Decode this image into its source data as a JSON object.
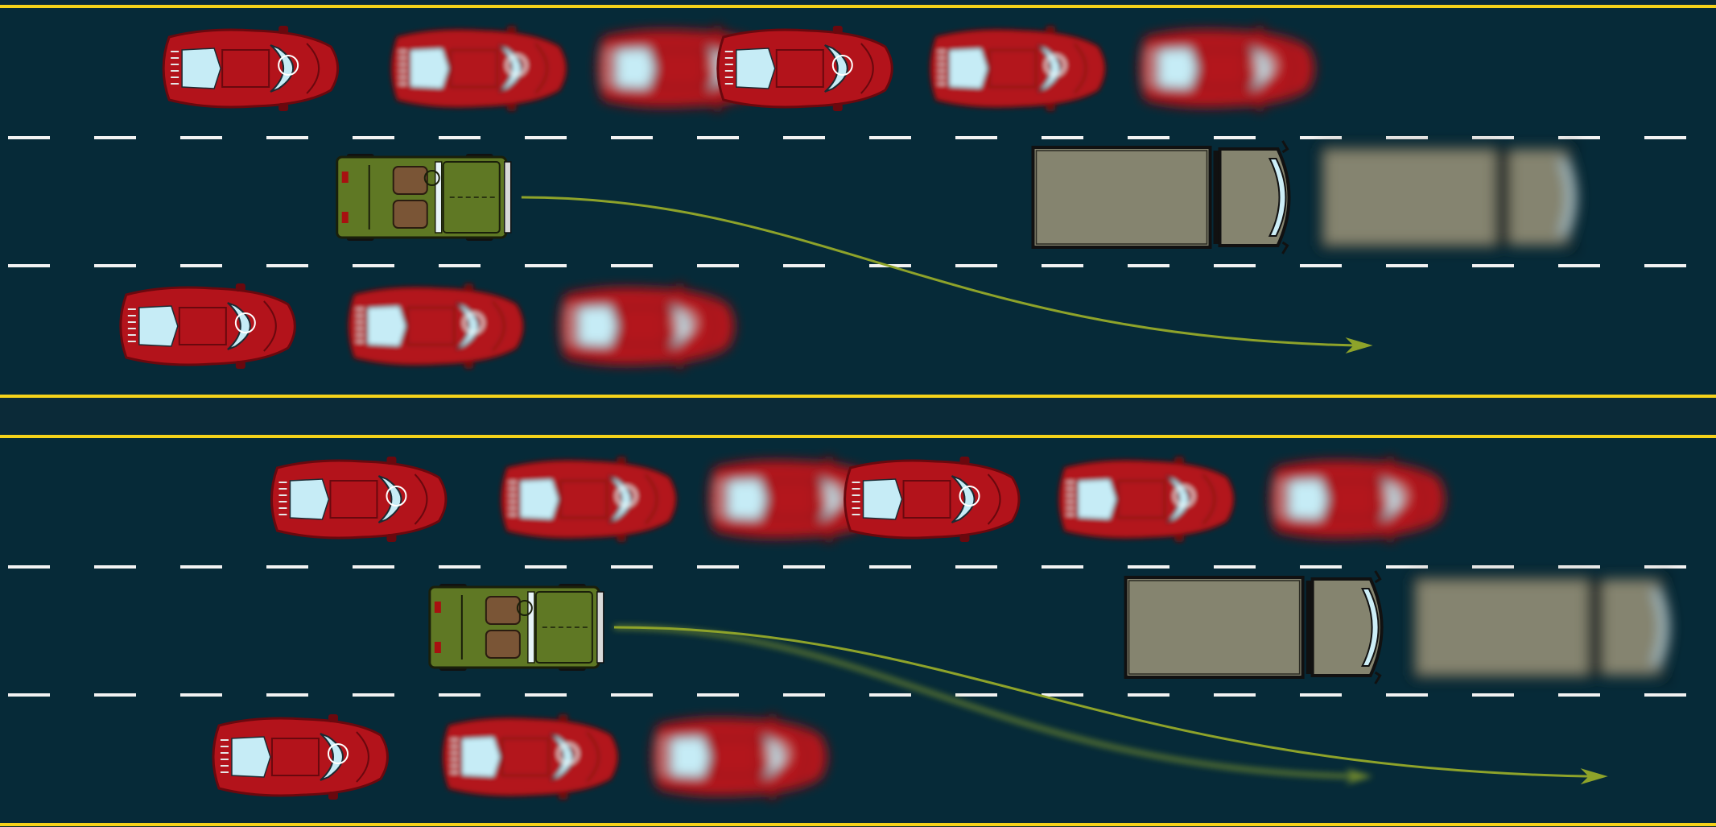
{
  "colors": {
    "road": "#062a38",
    "median": "#0b2a38",
    "edge_line": "#f5d21a",
    "lane_dash": "#f2f2f2",
    "car_body": "#b3131b",
    "car_dark": "#6a080e",
    "car_glass": "#c6ecf6",
    "jeep_body": "#5f7824",
    "jeep_seat": "#7a5536",
    "truck_box": "#85846f",
    "truck_glass": "#cdeef7",
    "arrow": "#8ea32a"
  },
  "scenario": {
    "panels": [
      {
        "id": "top",
        "vehicles": [
          {
            "kind": "car",
            "lane": 0,
            "x": 0.145,
            "blur": 0
          },
          {
            "kind": "car",
            "lane": 0,
            "x": 0.278,
            "blur": 3
          },
          {
            "kind": "car",
            "lane": 0,
            "x": 0.398,
            "blur": 7
          },
          {
            "kind": "car",
            "lane": 0,
            "x": 0.468,
            "blur": 0
          },
          {
            "kind": "car",
            "lane": 0,
            "x": 0.592,
            "blur": 3
          },
          {
            "kind": "car",
            "lane": 0,
            "x": 0.714,
            "blur": 7
          },
          {
            "kind": "jeep",
            "lane": 1,
            "x": 0.248,
            "blur": 0
          },
          {
            "kind": "truck",
            "lane": 1,
            "x": 0.678,
            "blur": 0
          },
          {
            "kind": "truck-ghost",
            "lane": 1,
            "x": 0.846,
            "blur": 8
          },
          {
            "kind": "car",
            "lane": 2,
            "x": 0.12,
            "blur": 0
          },
          {
            "kind": "car",
            "lane": 2,
            "x": 0.253,
            "blur": 3
          },
          {
            "kind": "car",
            "lane": 2,
            "x": 0.376,
            "blur": 7
          }
        ],
        "trajectories": [
          {
            "from": [
              0.302,
              1
            ],
            "to": [
              0.8,
              2.15
            ],
            "ghost": false
          }
        ]
      },
      {
        "id": "bottom",
        "vehicles": [
          {
            "kind": "car",
            "lane": 0,
            "x": 0.208,
            "blur": 0
          },
          {
            "kind": "car",
            "lane": 0,
            "x": 0.342,
            "blur": 3
          },
          {
            "kind": "car",
            "lane": 0,
            "x": 0.463,
            "blur": 7
          },
          {
            "kind": "car",
            "lane": 0,
            "x": 0.542,
            "blur": 0
          },
          {
            "kind": "car",
            "lane": 0,
            "x": 0.667,
            "blur": 3
          },
          {
            "kind": "car",
            "lane": 0,
            "x": 0.79,
            "blur": 7
          },
          {
            "kind": "jeep",
            "lane": 1,
            "x": 0.302,
            "blur": 0
          },
          {
            "kind": "truck",
            "lane": 1,
            "x": 0.732,
            "blur": 0
          },
          {
            "kind": "truck-ghost",
            "lane": 1,
            "x": 0.9,
            "blur": 8
          },
          {
            "kind": "car",
            "lane": 2,
            "x": 0.174,
            "blur": 0
          },
          {
            "kind": "car",
            "lane": 2,
            "x": 0.308,
            "blur": 3
          },
          {
            "kind": "car",
            "lane": 2,
            "x": 0.43,
            "blur": 7
          }
        ],
        "trajectories": [
          {
            "from": [
              0.356,
              1
            ],
            "to": [
              0.8,
              2.15
            ],
            "ghost": true
          },
          {
            "from": [
              0.356,
              1
            ],
            "to": [
              0.937,
              2.15
            ],
            "ghost": false
          }
        ]
      }
    ]
  }
}
